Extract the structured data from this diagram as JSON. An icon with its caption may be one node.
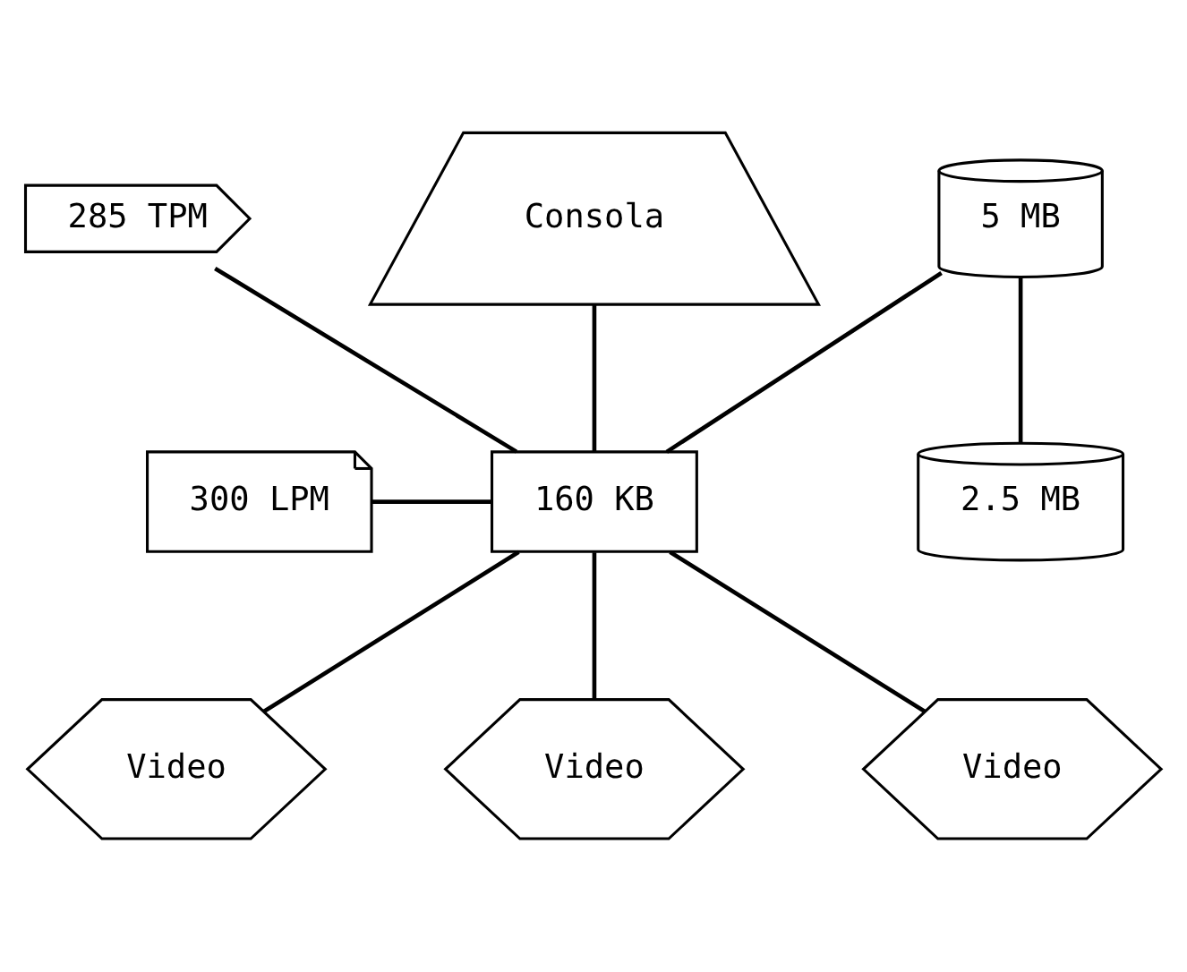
{
  "diagram": {
    "nodes": [
      {
        "text": [
          "285 TPM"
        ]
      },
      {
        "text": [
          "Consola"
        ]
      },
      {
        "text": [
          "300 LPM"
        ]
      },
      {
        "text": [
          "160 KB"
        ]
      },
      {
        "text": [
          "5 MB"
        ]
      },
      {
        "text": [
          "2.5 MB"
        ]
      },
      {
        "text": [
          "Video"
        ]
      },
      {
        "text": [
          "Video"
        ]
      },
      {
        "text": [
          "Video"
        ]
      }
    ],
    "edges": [
      {
        "from": 0,
        "to": 3,
        "arrow": "none"
      },
      {
        "from": 1,
        "to": 3,
        "arrow": "none"
      },
      {
        "from": 2,
        "to": 3,
        "arrow": "none"
      },
      {
        "from": 3,
        "to": 4,
        "arrow": "none"
      },
      {
        "from": 4,
        "to": 5,
        "arrow": "none"
      },
      {
        "from": 3,
        "to": 6,
        "arrow": "none"
      },
      {
        "from": 3,
        "to": 7,
        "arrow": "none"
      },
      {
        "from": 3,
        "to": 8,
        "arrow": "none"
      }
    ]
  }
}
